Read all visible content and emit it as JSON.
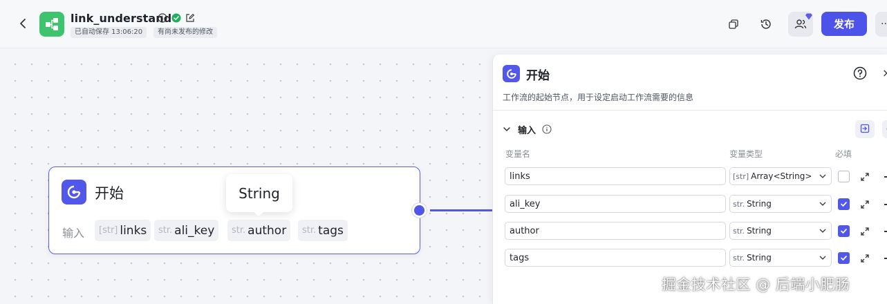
{
  "header": {
    "title": "link_understand",
    "autosave_tag": "已自动保存 13:06:20",
    "unpublished_tag": "有尚未发布的修改",
    "publish_label": "发布",
    "more_label": "···"
  },
  "colors": {
    "accent": "#4d53e8",
    "app_logo": "#3ec46d",
    "success": "#1fae5b"
  },
  "node": {
    "title": "开始",
    "inputs_label": "输入",
    "inputs": [
      {
        "type_icon": "[str]",
        "name": "links"
      },
      {
        "type_icon": "str.",
        "name": "ali_key"
      },
      {
        "type_icon": "str.",
        "name": "author"
      },
      {
        "type_icon": "str.",
        "name": "tags"
      }
    ],
    "tooltip": "String"
  },
  "panel": {
    "title": "开始",
    "description": "工作流的起始节点，用于设定启动工作流需要的信息",
    "section_title": "输入",
    "add_label": "+",
    "close_label": "×",
    "columns": {
      "name": "变量名",
      "type": "变量类型",
      "required": "必填"
    },
    "rows": [
      {
        "name": "links",
        "type_icon": "[str]",
        "type": "Array<String>",
        "required": false
      },
      {
        "name": "ali_key",
        "type_icon": "str.",
        "type": "String",
        "required": true
      },
      {
        "name": "author",
        "type_icon": "str.",
        "type": "String",
        "required": true
      },
      {
        "name": "tags",
        "type_icon": "str.",
        "type": "String",
        "required": true
      }
    ]
  },
  "watermark": "掘金技术社区 @ 后端小肥肠"
}
